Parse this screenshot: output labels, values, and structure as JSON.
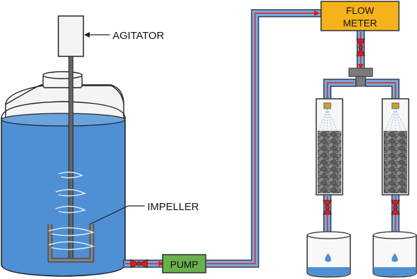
{
  "labels": {
    "agitator": "AGITATOR",
    "impeller": "IMPELLER",
    "pump": "PUMP",
    "flow_meter_line1": "FLOW",
    "flow_meter_line2": "METER"
  },
  "colors": {
    "water": "#4f8fd3",
    "water_light": "#8fbde6",
    "pipe_fill": "#7aa9dc",
    "pipe_outline": "#2e3b4c",
    "flow_arrow": "#e21b1b",
    "valve": "#e21b1b",
    "pump_box": "#6ab04c",
    "flow_meter_box": "#f6b21a",
    "tee_fitting": "#7a7a7a",
    "nozzle": "#c9a227",
    "gravel": "#6f6f6f"
  }
}
